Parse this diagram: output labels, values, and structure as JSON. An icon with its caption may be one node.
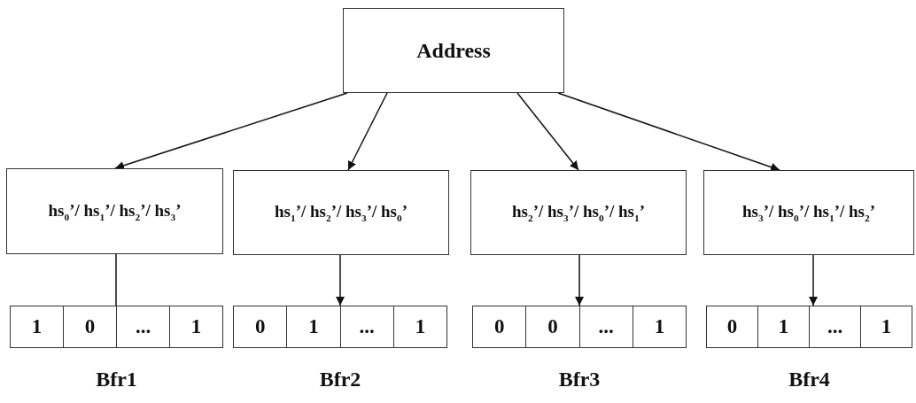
{
  "diagram": {
    "nodes": [
      {
        "text": [
          "Address"
        ]
      },
      {
        "text": [
          "hs$_{0}$’/ hs$_{1}$’/ hs$_{2}$’/ hs$_{3}$’"
        ]
      },
      {
        "text": [
          "hs$_{1}$’/ hs$_{2}$’/ hs$_{3}$’/ hs$_{0}$’"
        ]
      },
      {
        "text": [
          "hs$_{2}$’/ hs$_{3}$’/ hs$_{0}$’/ hs$_{1}$’"
        ]
      },
      {
        "text": [
          "hs$_{3}$’/ hs$_{0}$’/ hs$_{1}$’/ hs$_{2}$’"
        ]
      },
      {
        "text": [
          "1",
          "0",
          "...",
          "1"
        ],
        "beside": [
          "Bfr1"
        ]
      },
      {
        "text": [
          "0",
          "1",
          "...",
          "1"
        ],
        "beside": [
          "Bfr2"
        ]
      },
      {
        "text": [
          "0",
          "0",
          "...",
          "1"
        ],
        "beside": [
          "Bfr3"
        ]
      },
      {
        "text": [
          "0",
          "1",
          "...",
          "1"
        ],
        "beside": [
          "Bfr4"
        ]
      }
    ],
    "edges": [
      {
        "from": 0,
        "to": 1,
        "arrow": "to"
      },
      {
        "from": 0,
        "to": 2,
        "arrow": "to"
      },
      {
        "from": 0,
        "to": 3,
        "arrow": "to"
      },
      {
        "from": 0,
        "to": 4,
        "arrow": "to"
      },
      {
        "from": 1,
        "to": 5,
        "arrow": "none"
      },
      {
        "from": 2,
        "to": 6,
        "arrow": "to"
      },
      {
        "from": 3,
        "to": 7,
        "arrow": "to"
      },
      {
        "from": 4,
        "to": 8,
        "arrow": "to"
      }
    ]
  }
}
